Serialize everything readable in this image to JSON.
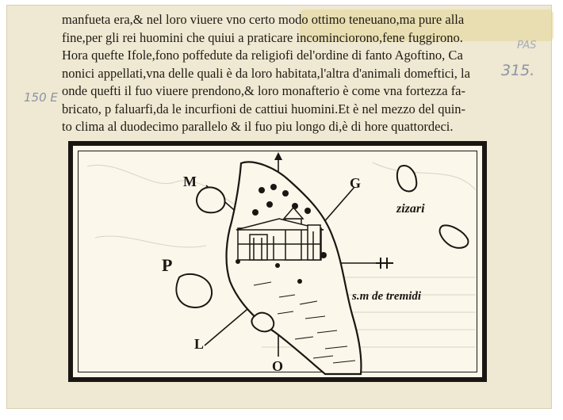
{
  "text_lines": [
    "manfueta era,& nel loro viuere vno certo modo ottimo teneuano,ma pure alla",
    "fine,per gli rei huomini che quiui a praticare incominciorono,fene fuggirono.",
    "Hora quefte Ifole,fono poffedute da religiofi del'ordine di fanto Agoftino, Ca",
    "nonici appellati,vna delle quali è da loro habitata,l'altra d'animali domeftici, la",
    "onde quefti il fuo viuere prendono,& loro monafterio è come vna fortezza fa-",
    "bricato, p faluarfi,da le incurfioni de cattiui huomini.Et è nel mezzo del quin-",
    "to clima al duodecimo parallelo & il fuo piu longo di,è di hore quattordeci."
  ],
  "margin_notes": {
    "left": "150 E",
    "right_top": "PAS",
    "right": "315."
  },
  "map": {
    "labels": {
      "zizari": "zizari",
      "tremidi": "s.m de tremidi"
    },
    "winds": {
      "m": "M",
      "g": "G",
      "p": "P",
      "o": "O",
      "l": "L"
    }
  },
  "colors": {
    "paper": "#efe8d2",
    "ink": "#1a1613",
    "map_bg": "#fbf7ea",
    "pencil": "#8a93a6"
  }
}
